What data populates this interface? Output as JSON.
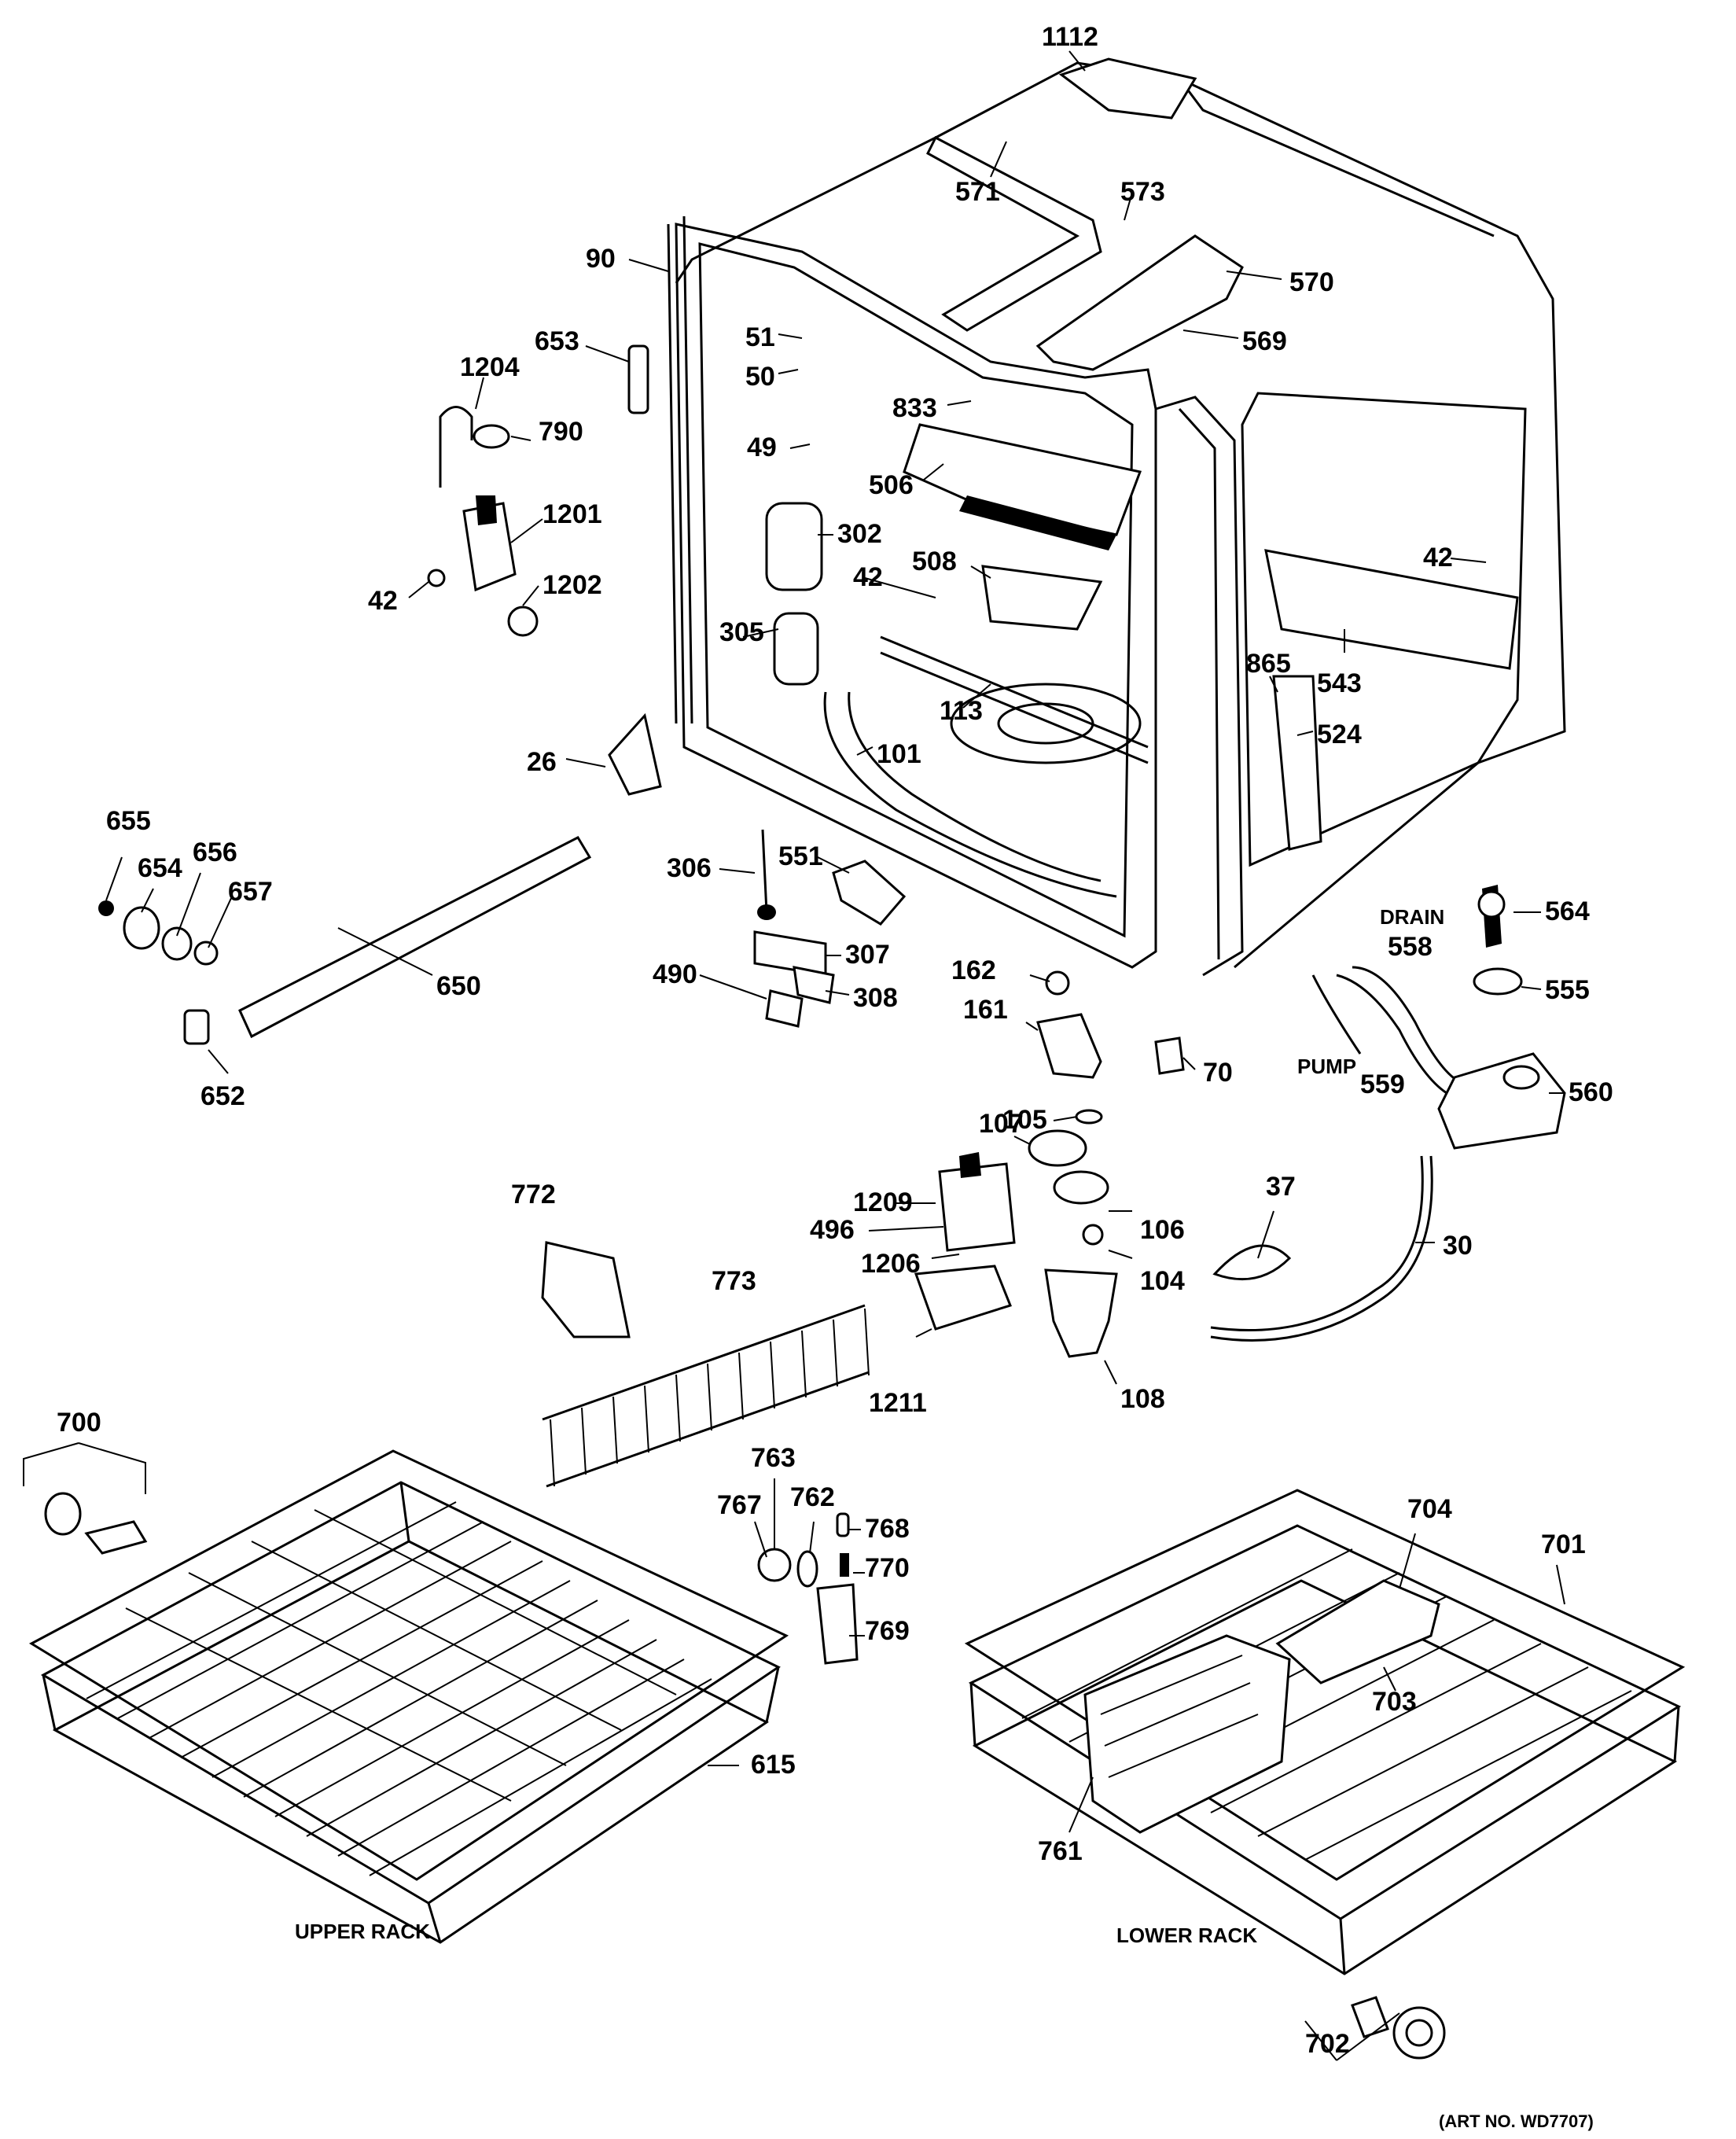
{
  "callouts": [
    {
      "id": "c1112",
      "text": "1112"
    },
    {
      "id": "c571",
      "text": "571"
    },
    {
      "id": "c573",
      "text": "573"
    },
    {
      "id": "c570",
      "text": "570"
    },
    {
      "id": "c569",
      "text": "569"
    },
    {
      "id": "c90",
      "text": "90"
    },
    {
      "id": "c51",
      "text": "51"
    },
    {
      "id": "c50",
      "text": "50"
    },
    {
      "id": "c833",
      "text": "833"
    },
    {
      "id": "c653",
      "text": "653"
    },
    {
      "id": "c1204",
      "text": "1204"
    },
    {
      "id": "c790",
      "text": "790"
    },
    {
      "id": "c49",
      "text": "49"
    },
    {
      "id": "c506",
      "text": "506"
    },
    {
      "id": "c1201",
      "text": "1201"
    },
    {
      "id": "c302",
      "text": "302"
    },
    {
      "id": "c42a",
      "text": "42"
    },
    {
      "id": "c42b",
      "text": "42"
    },
    {
      "id": "c42c",
      "text": "42"
    },
    {
      "id": "c508",
      "text": "508"
    },
    {
      "id": "c1202",
      "text": "1202"
    },
    {
      "id": "c305",
      "text": "305"
    },
    {
      "id": "c543",
      "text": "543"
    },
    {
      "id": "c865",
      "text": "865"
    },
    {
      "id": "c113",
      "text": "113"
    },
    {
      "id": "c524",
      "text": "524"
    },
    {
      "id": "c26",
      "text": "26"
    },
    {
      "id": "c101",
      "text": "101"
    },
    {
      "id": "c655",
      "text": "655"
    },
    {
      "id": "c654",
      "text": "654"
    },
    {
      "id": "c656",
      "text": "656"
    },
    {
      "id": "c657",
      "text": "657"
    },
    {
      "id": "c306",
      "text": "306"
    },
    {
      "id": "c551",
      "text": "551"
    },
    {
      "id": "c564",
      "text": "564"
    },
    {
      "id": "c558",
      "text": "558"
    },
    {
      "id": "c307",
      "text": "307"
    },
    {
      "id": "c650",
      "text": "650"
    },
    {
      "id": "c490",
      "text": "490"
    },
    {
      "id": "c308",
      "text": "308"
    },
    {
      "id": "c162",
      "text": "162"
    },
    {
      "id": "c555",
      "text": "555"
    },
    {
      "id": "c161",
      "text": "161"
    },
    {
      "id": "c70",
      "text": "70"
    },
    {
      "id": "c559",
      "text": "559"
    },
    {
      "id": "c560",
      "text": "560"
    },
    {
      "id": "c652",
      "text": "652"
    },
    {
      "id": "c105",
      "text": "105"
    },
    {
      "id": "c107",
      "text": "107"
    },
    {
      "id": "c772",
      "text": "772"
    },
    {
      "id": "c1209",
      "text": "1209"
    },
    {
      "id": "c37",
      "text": "37"
    },
    {
      "id": "c496",
      "text": "496"
    },
    {
      "id": "c106",
      "text": "106"
    },
    {
      "id": "c30",
      "text": "30"
    },
    {
      "id": "c1206",
      "text": "1206"
    },
    {
      "id": "c104",
      "text": "104"
    },
    {
      "id": "c773",
      "text": "773"
    },
    {
      "id": "c1211",
      "text": "1211"
    },
    {
      "id": "c108",
      "text": "108"
    },
    {
      "id": "c700",
      "text": "700"
    },
    {
      "id": "c763",
      "text": "763"
    },
    {
      "id": "c767",
      "text": "767"
    },
    {
      "id": "c762",
      "text": "762"
    },
    {
      "id": "c768",
      "text": "768"
    },
    {
      "id": "c704",
      "text": "704"
    },
    {
      "id": "c701",
      "text": "701"
    },
    {
      "id": "c770",
      "text": "770"
    },
    {
      "id": "c769",
      "text": "769"
    },
    {
      "id": "c703",
      "text": "703"
    },
    {
      "id": "c615",
      "text": "615"
    },
    {
      "id": "c761",
      "text": "761"
    },
    {
      "id": "c702",
      "text": "702"
    }
  ],
  "labels": {
    "drain": "DRAIN",
    "pump": "PUMP",
    "upper_rack": "UPPER RACK",
    "lower_rack": "LOWER RACK",
    "art_no": "(ART NO. WD7707)"
  }
}
